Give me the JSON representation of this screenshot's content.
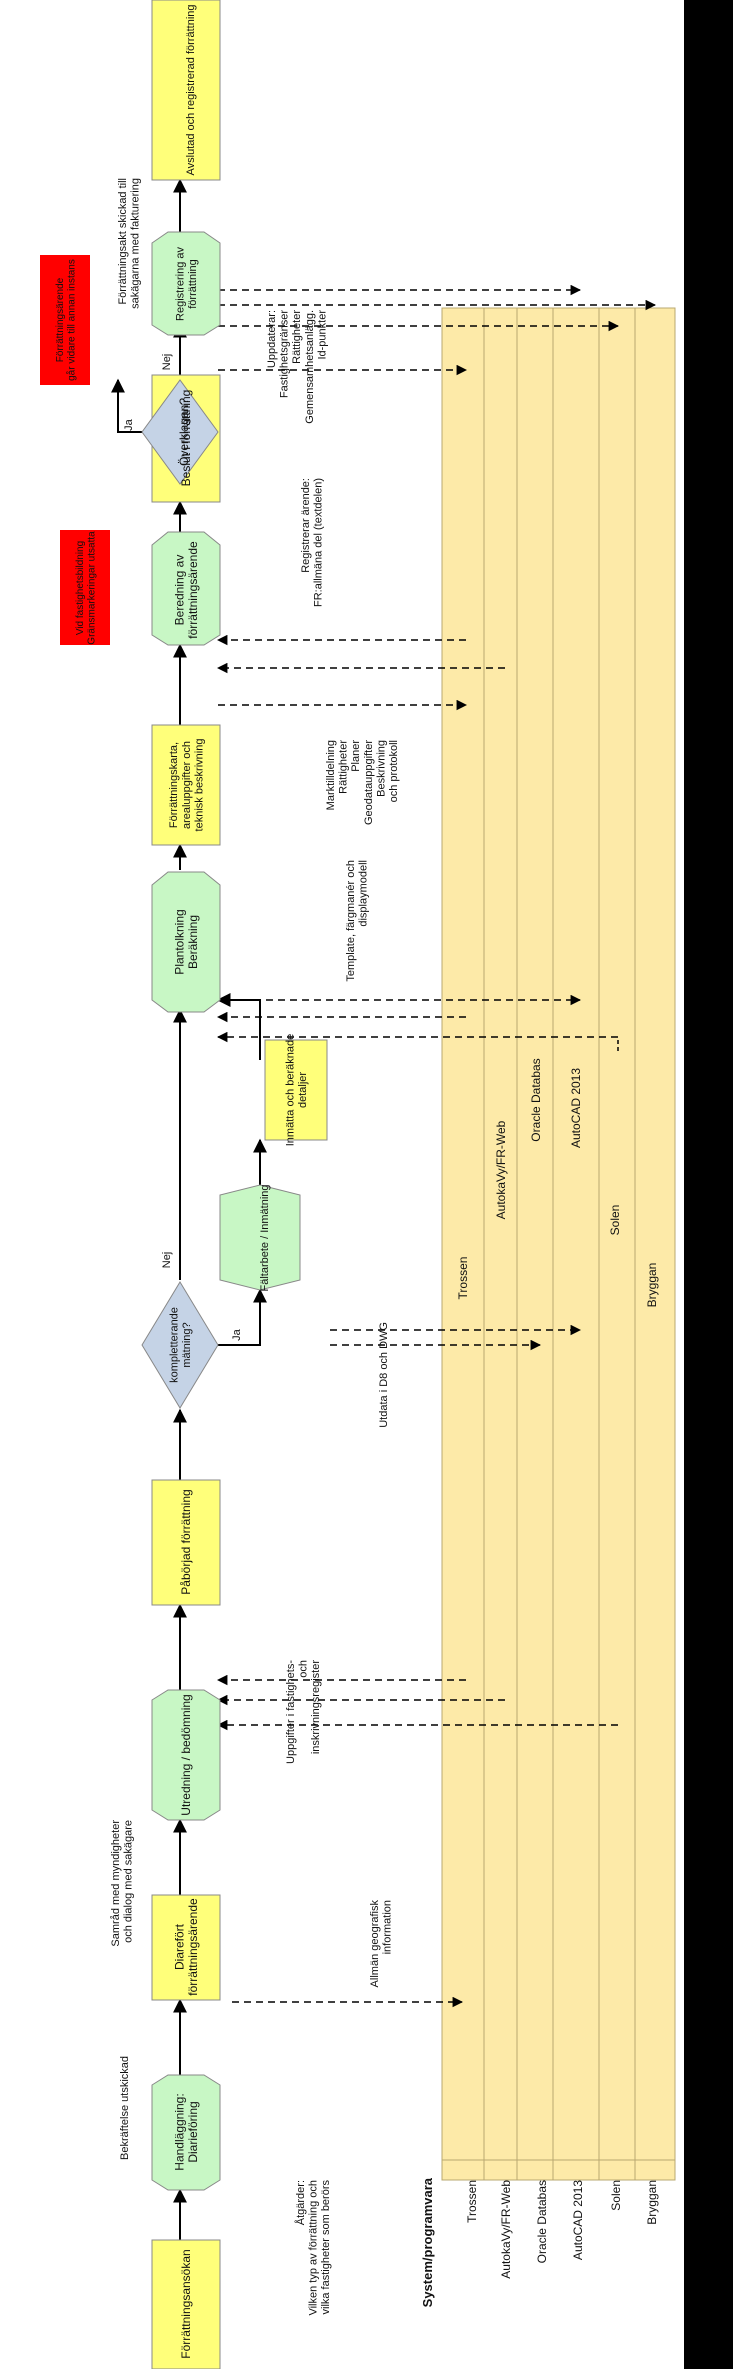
{
  "colors": {
    "yellow_box": "#ffff7a",
    "green_box": "#c8f7c5",
    "decision": "#c5d3e6",
    "red_box": "#ff0000",
    "band": "#fdeaa8",
    "band_border": "#b9a870"
  },
  "process": {
    "ansokan": "Förrättningsansökan",
    "handlaggning": "Handläggning:\nDiarieföring",
    "diarefort": "Diarefört\nförrättningsärende",
    "utredning": "Utredning / bedömning",
    "paborjad": "Påbörjad förrättning",
    "kompletterande": "kompletterande\nmätning?",
    "faltarbete": "Fältarbete / Inmätning",
    "inmatta": "Inmätta och beräknade\ndetaljer",
    "plantolkning": "Plantolkning\nBeräkning",
    "forrattningskarta": "Förrättningskarta,\narealuppgifter och\nteknisk beskrivning",
    "beredning": "Beredning av\nförrättningsärende",
    "beslut": "Beslut i förrättning",
    "overklagan": "Överklagan?",
    "registrering": "Registrering av\nförrättning",
    "avslutad": "Avslutad och registrerad förrättning",
    "overklagan_red": "Förrättningsärende\ngår vidare till annan instans",
    "fastighetsbildning_red": "Vid fastighetsbildning\nGränsmarkeringar utsatta"
  },
  "labels": {
    "ja": "Ja",
    "nej": "Nej",
    "atgarder": "Åtgärder:\nVilken typ av förrättning och\nvilka fastigheter som berörs",
    "bekraftelse": "Bekräftelse utskickad",
    "allman": "Allmän geografisk\ninformation",
    "samrad": "Samråd med myndigheter\noch dialog med sakägare",
    "uppgifter": "Uppgifter i fastighets-\noch\ninskrivningsregister",
    "utdata": "Utdata i D8 och DWG",
    "template": "Template, färgmanér och\ndisplaymodell",
    "marktilldelning": "Marktilldelning\nRättigheter\nPlaner\nGeodatauppgifter\nBeskrivning\noch protokoll",
    "registrerar": "Registrerar ärende:\nFR:allmäna del (textdelen)",
    "uppdaterar": "Uppdaterar:\nFastighetsgränser\nRättigheter\nGemensamhetsanlägg.\nId-punkter",
    "forrattningsakt": "Förrättningsakt skickad till\nsakägarna med fakturering"
  },
  "systems": {
    "header": "System/programvara",
    "items": [
      "Trossen",
      "AutokaVy/FR-Web",
      "Oracle Databas",
      "AutoCAD 2013",
      "Solen",
      "Bryggan"
    ]
  }
}
